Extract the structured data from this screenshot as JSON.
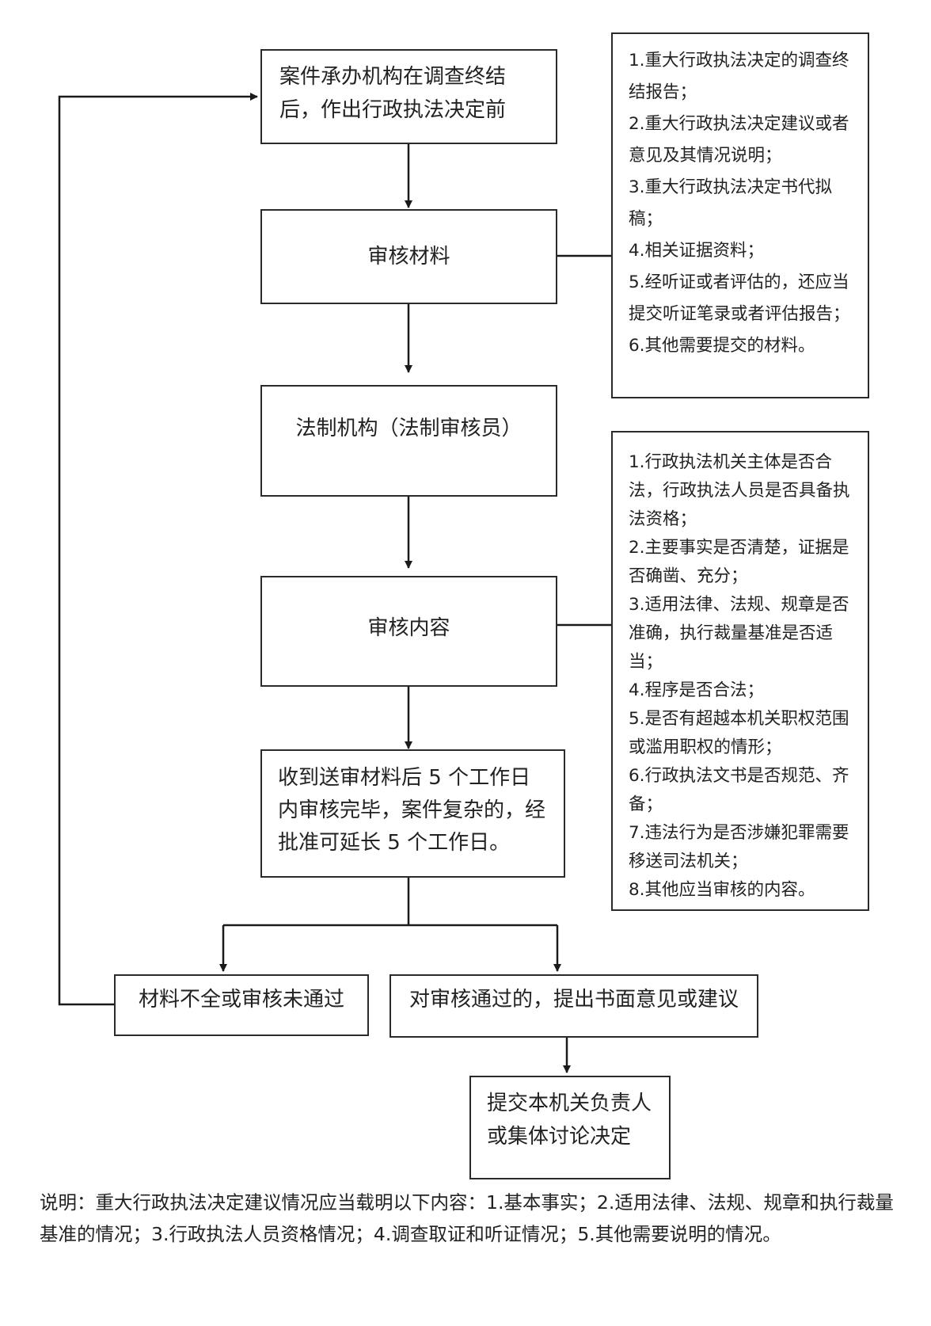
{
  "flow": {
    "start": "案件承办机构在调查终结后，作出行政执法决定前",
    "review_materials": "审核材料",
    "legal_agency": "法制机构（法制审核员）",
    "review_content": "审核内容",
    "deadline": "收到送审材料后 5 个工作日内审核完毕，案件复杂的，经批准可延长 5 个工作日。",
    "not_passed": "材料不全或审核未通过",
    "passed": "对审核通过的，提出书面意见或建议",
    "submit": "提交本机关负责人或集体讨论决定"
  },
  "materials_list": [
    "1.重大行政执法决定的调查终结报告；",
    "2.重大行政执法决定建议或者意见及其情况说明；",
    "3.重大行政执法决定书代拟稿；",
    "4.相关证据资料；",
    "5.经听证或者评估的，还应当提交听证笔录或者评估报告；",
    "6.其他需要提交的材料。"
  ],
  "content_list": [
    "1.行政执法机关主体是否合法，行政执法人员是否具备执法资格；",
    "2.主要事实是否清楚，证据是否确凿、充分；",
    "3.适用法律、法规、规章是否准确，执行裁量基准是否适当；",
    "4.程序是否合法；",
    "5.是否有超越本机关职权范围或滥用职权的情形；",
    "6.行政执法文书是否规范、齐备；",
    "7.违法行为是否涉嫌犯罪需要移送司法机关；",
    "8.其他应当审核的内容。"
  ],
  "note": "说明：重大行政执法决定建议情况应当载明以下内容：1.基本事实；2.适用法律、法规、规章和执行裁量基准的情况；3.行政执法人员资格情况；4.调查取证和听证情况；5.其他需要说明的情况。"
}
